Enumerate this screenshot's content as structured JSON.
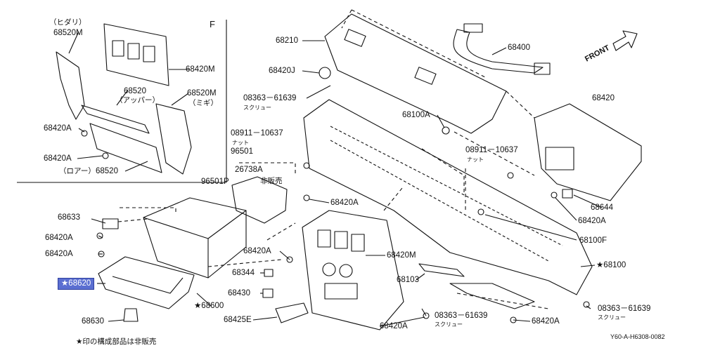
{
  "inset": {
    "letter": "F",
    "hidari": "（ヒダリ）",
    "upper": "（アッパー）",
    "migi": "（ミギ）",
    "lower": "（ロアー）"
  },
  "front_label": "FRONT",
  "part_labels": {
    "p68520M_l": "68520M",
    "p68420M_inset": "68420M",
    "p68520": "68520",
    "p68520M_r": "68520M",
    "p68420A_i1": "68420A",
    "p68420A_i2": "68420A",
    "p68520_lower": "68520",
    "p68210": "68210",
    "p68400": "68400",
    "p68420J": "68420J",
    "p08363_top": "08363－61639",
    "screw_top": "スクリュー",
    "p68100A": "68100A",
    "p68420": "68420",
    "p08911_l": "08911－10637",
    "nut_l": "ナット",
    "p96501": "96501",
    "p26738A": "26738A",
    "p96501P": "96501P",
    "hihanbai": "非販売",
    "p08911_r": "08911－10637",
    "nut_r": "ナット",
    "p68420A_mid": "68420A",
    "p68644": "68644",
    "p68420A_r": "68420A",
    "p68633": "68633",
    "p68420A_l1": "68420A",
    "p68420A_l2": "68420A",
    "p68100F": "68100F",
    "p68420A_c": "68420A",
    "p68420M_c": "68420M",
    "p68100": "★68100",
    "p68620": "★68620",
    "p68344": "68344",
    "p68103": "68103",
    "p68430": "68430",
    "p68600": "★68600",
    "p08363_bot1": "08363－61639",
    "screw_bot1": "スクリュー",
    "p08363_bot2": "08363－61639",
    "screw_bot2": "スクリュー",
    "p68630": "68630",
    "p68425E": "68425E",
    "p68420A_b1": "68420A",
    "p68420A_b2": "68420A"
  },
  "footnote": "★印の構成部品は非販売",
  "diagram_code": "Y60-A-H6308-0082"
}
